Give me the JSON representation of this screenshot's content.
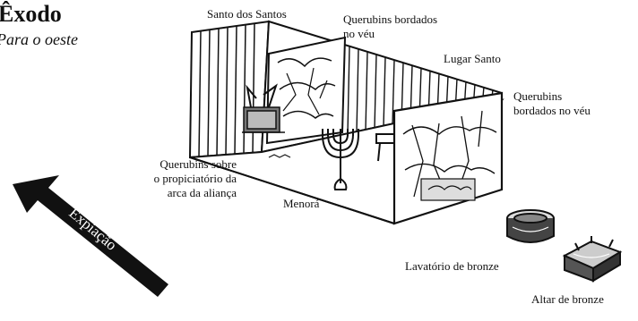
{
  "header": {
    "title": "Êxodo",
    "subtitle": "Para o oeste"
  },
  "arrow": {
    "label": "Expiação"
  },
  "labels": {
    "holy_of_holies": "Santo dos Santos",
    "cherubim_veil_line1": "Querubins bordados",
    "cherubim_veil_line2": "no véu",
    "holy_place": "Lugar Santo",
    "cherubim_entrance_line1": "Querubins",
    "cherubim_entrance_line2": "bordados no véu",
    "mercy_seat_line1": "Querubins sobre",
    "mercy_seat_line2": "o propiciatório da",
    "mercy_seat_line3": "arca da aliança",
    "menorah": "Menorá",
    "laver": "Lavatório de bronze",
    "altar": "Altar de bronze"
  },
  "colors": {
    "ink": "#111111",
    "paper": "#ffffff"
  }
}
